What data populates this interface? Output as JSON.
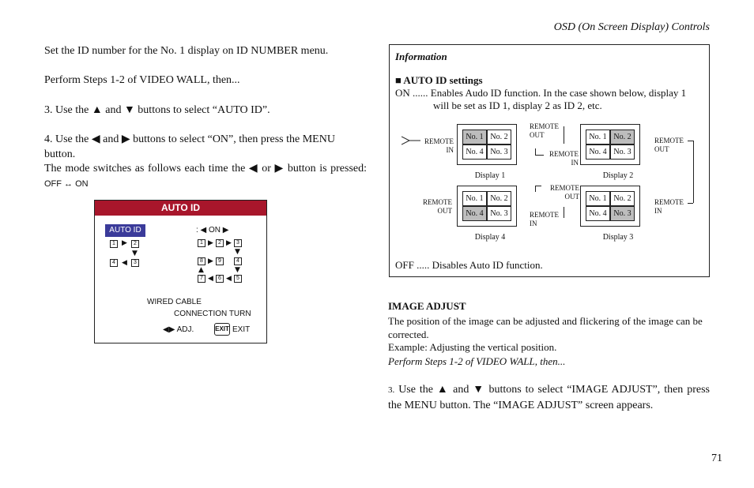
{
  "header": "OSD (On Screen Display) Controls",
  "left": {
    "p1": "Set the ID number for the No. 1 display on ID NUMBER menu.",
    "p2": "Perform Steps 1-2 of VIDEO WALL, then...",
    "p3": "3. Use the ▲ and ▼ buttons to select “AUTO ID”.",
    "p4": "4. Use the ◀ and ▶ buttons to select “ON”, then press the MENU button.",
    "p5": "The mode switches as follows each time the ◀ or ▶ button is pressed:",
    "p5_small": "OFF ↔ ON"
  },
  "osd": {
    "title": "AUTO ID",
    "item": "AUTO ID",
    "value": ": ◀ ON ▶",
    "wired": "WIRED CABLE",
    "conn": "CONNECTION TURN",
    "adj": "◀▶ ADJ.",
    "exit_key": "EXIT",
    "exit_label": "EXIT",
    "small_grid": [
      "1",
      "2",
      "4",
      "3"
    ],
    "big_grid": [
      "1",
      "2",
      "3",
      "8",
      "9",
      "4",
      "7",
      "6",
      "5"
    ]
  },
  "info": {
    "heading": "Information",
    "sub": "■ AUTO ID settings",
    "on_line1": "ON ...... Enables Audo ID function. In the case shown below, display 1",
    "on_line2": "will be set as ID 1, display 2 as ID 2, etc.",
    "off_line": "OFF ..... Disables Auto ID function.",
    "remote_in": "REMOTE",
    "in": "IN",
    "out": "OUT",
    "remote": "REMOTE",
    "cells": [
      "No. 1",
      "No. 2",
      "No. 4",
      "No. 3"
    ],
    "d1": "Display 1",
    "d2": "Display 2",
    "d3": "Display 3",
    "d4": "Display 4"
  },
  "right": {
    "h": "IMAGE ADJUST",
    "p1": "The position of the image can be adjusted and flickering of the image can be corrected.",
    "p2": "Example: Adjusting the vertical position.",
    "p3": "Perform Steps 1-2 of VIDEO WALL, then...",
    "p4_num": "3.",
    "p4": "Use the ▲ and ▼ buttons to select “IMAGE ADJUST”, then press the MENU button. The “IMAGE ADJUST” screen appears."
  },
  "page_number": "71"
}
